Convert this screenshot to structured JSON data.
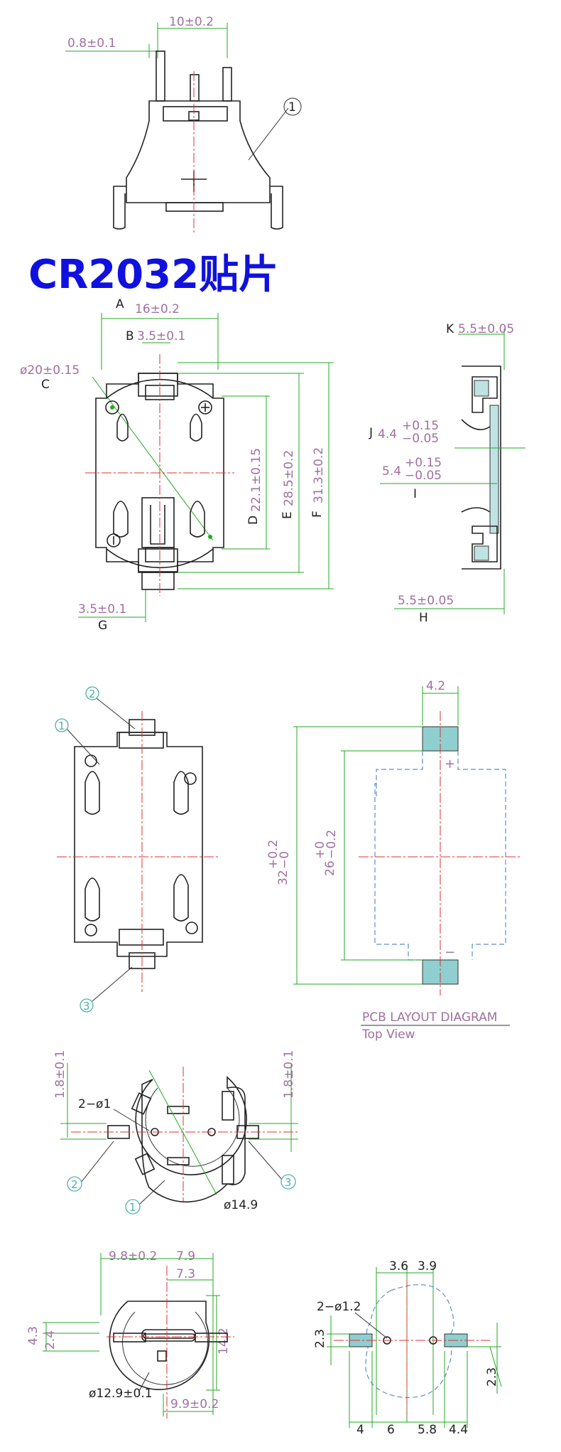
{
  "heading": {
    "text": "CR2032贴片",
    "color": "#1010e0"
  },
  "colors": {
    "dimension_text": "#a070a0",
    "dimension_line": "#22aa22",
    "center_line": "#e03030",
    "pad_fill": "#8fcfcf"
  },
  "top_view": {
    "dims": [
      "10±0.2",
      "0.8±0.1"
    ],
    "callout": "1"
  },
  "main_view": {
    "dims": {
      "A": {
        "letter": "A",
        "value": "16±0.2"
      },
      "B": {
        "letter": "B",
        "value": "3.5±0.1"
      },
      "C": {
        "letter": "C",
        "value": "ø20±0.15"
      },
      "D": {
        "letter": "D",
        "value": "22.1±0.15"
      },
      "E": {
        "letter": "E",
        "value": "28.5±0.2"
      },
      "F": {
        "letter": "F",
        "value": "31.3±0.2"
      },
      "G": {
        "letter": "G",
        "value": "3.5±0.1"
      }
    }
  },
  "side_view": {
    "dims": {
      "K": {
        "letter": "K",
        "value": "5.5±0.05"
      },
      "J": {
        "letter": "J",
        "value": "4.4",
        "upper": "+0.15",
        "lower": "−0.05"
      },
      "I": {
        "letter": "I",
        "value": "5.4",
        "upper": "+0.15",
        "lower": "−0.05"
      },
      "H": {
        "letter": "H",
        "value": "5.5±0.05"
      }
    }
  },
  "holder_view": {
    "callouts": [
      "2",
      "1",
      "3"
    ]
  },
  "pcb_layout": {
    "pad_width": "4.2",
    "outer_value": "32",
    "outer_upper": "+0.2",
    "outer_lower": "−0",
    "inner_value": "26",
    "inner_upper": "+0",
    "inner_lower": "−0.2",
    "plus": "+",
    "minus": "−",
    "title": "PCB LAYOUT DIAGRAM",
    "subtitle": "Top View"
  },
  "round_view": {
    "left_dim": "1.8±0.1",
    "right_dim": "1.8±0.1",
    "holes": "2−ø1",
    "diameter": "ø14.9",
    "callouts": [
      "2",
      "1",
      "3"
    ]
  },
  "small_view": {
    "top1": "9.8±0.2",
    "top2": "7.9",
    "top3": "7.3",
    "left1": "4.3",
    "left2": "2.4",
    "right1": "14.2",
    "diameter": "ø12.9±0.1",
    "bottom": "9.9±0.2"
  },
  "small_pcb": {
    "top1": "3.6",
    "top2": "3.9",
    "holes": "2−ø1.2",
    "left": "2.3",
    "right": "2.3",
    "bottom": [
      "4",
      "6",
      "5.8",
      "4.4"
    ]
  }
}
